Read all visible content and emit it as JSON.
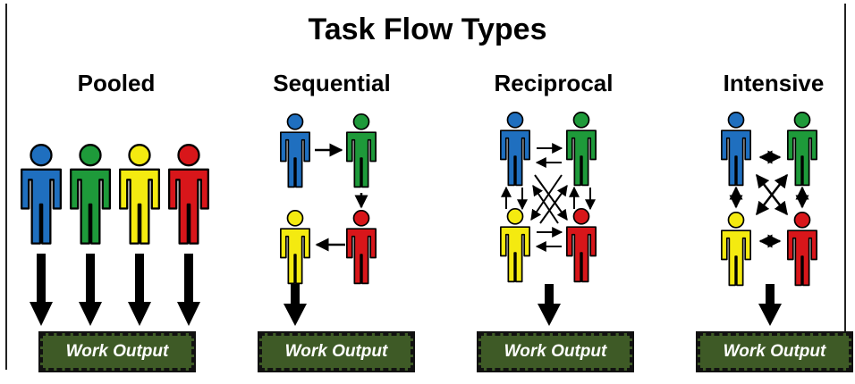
{
  "title": "Task Flow Types",
  "columns": [
    {
      "name": "Pooled",
      "output": "Work Output"
    },
    {
      "name": "Sequential",
      "output": "Work Output"
    },
    {
      "name": "Reciprocal",
      "output": "Work Output"
    },
    {
      "name": "Intensive",
      "output": "Work Output"
    }
  ],
  "colors": {
    "blue": "#1f6fbf",
    "green": "#1e9a3a",
    "yellow": "#f4ea10",
    "red": "#d8161a",
    "output_fill": "#3e5a26"
  }
}
